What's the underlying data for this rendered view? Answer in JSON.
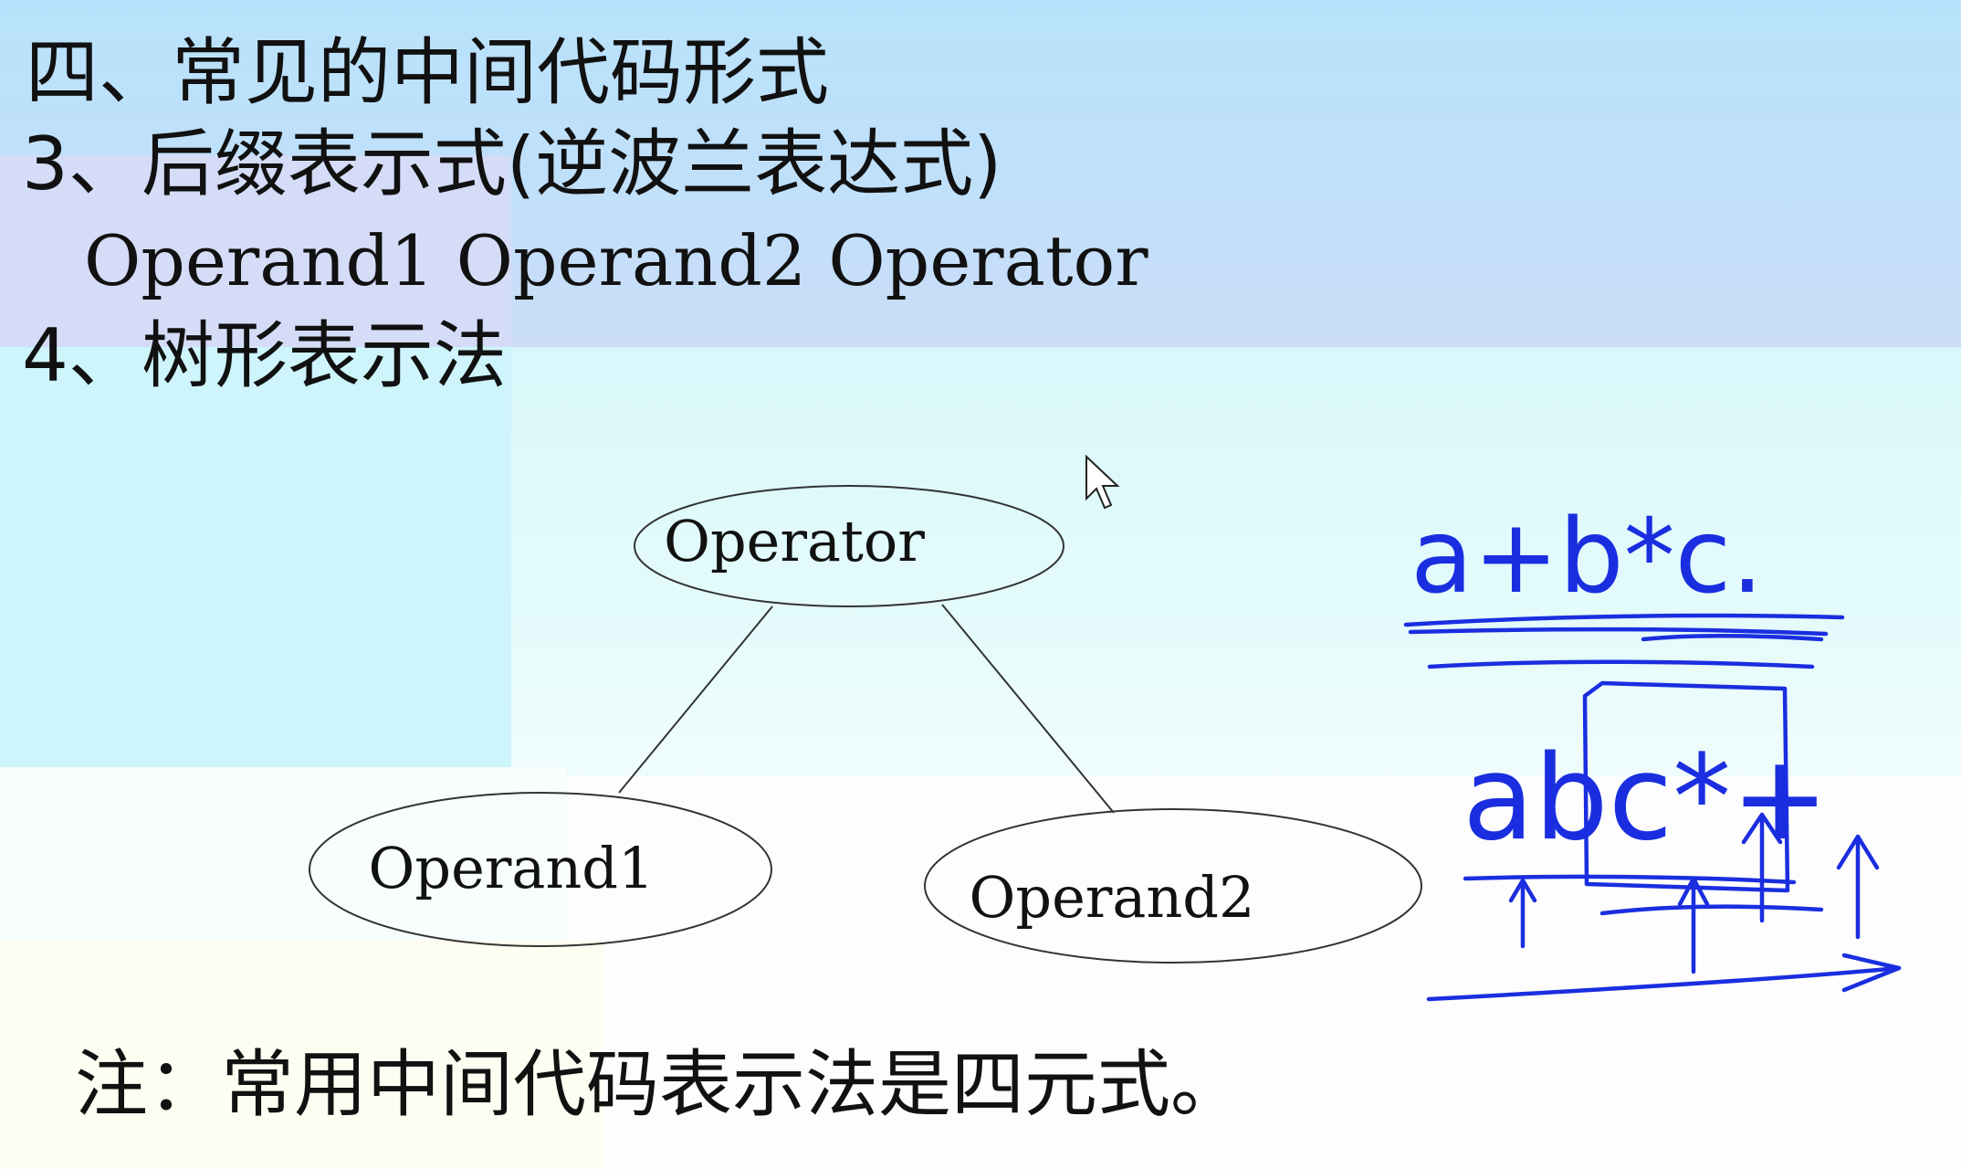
{
  "slide": {
    "heading": "四、常见的中间代码形式",
    "item3": "3、后缀表示式(逆波兰表达式)",
    "postfix_form": "Operand1 Operand2 Operator",
    "item4": "4、树形表示法",
    "note": "注：常用中间代码表示法是四元式。"
  },
  "tree": {
    "root": "Operator",
    "left": "Operand1",
    "right": "Operand2"
  },
  "annotation": {
    "infix": "a+b*c.",
    "postfix": "abc*+",
    "ink_color": "#1a2ee0"
  },
  "colors": {
    "background_top": "#b8e2fb",
    "background_band": "#d8d8f6",
    "background_cyan": "#d9f7fb",
    "text": "#111111"
  }
}
